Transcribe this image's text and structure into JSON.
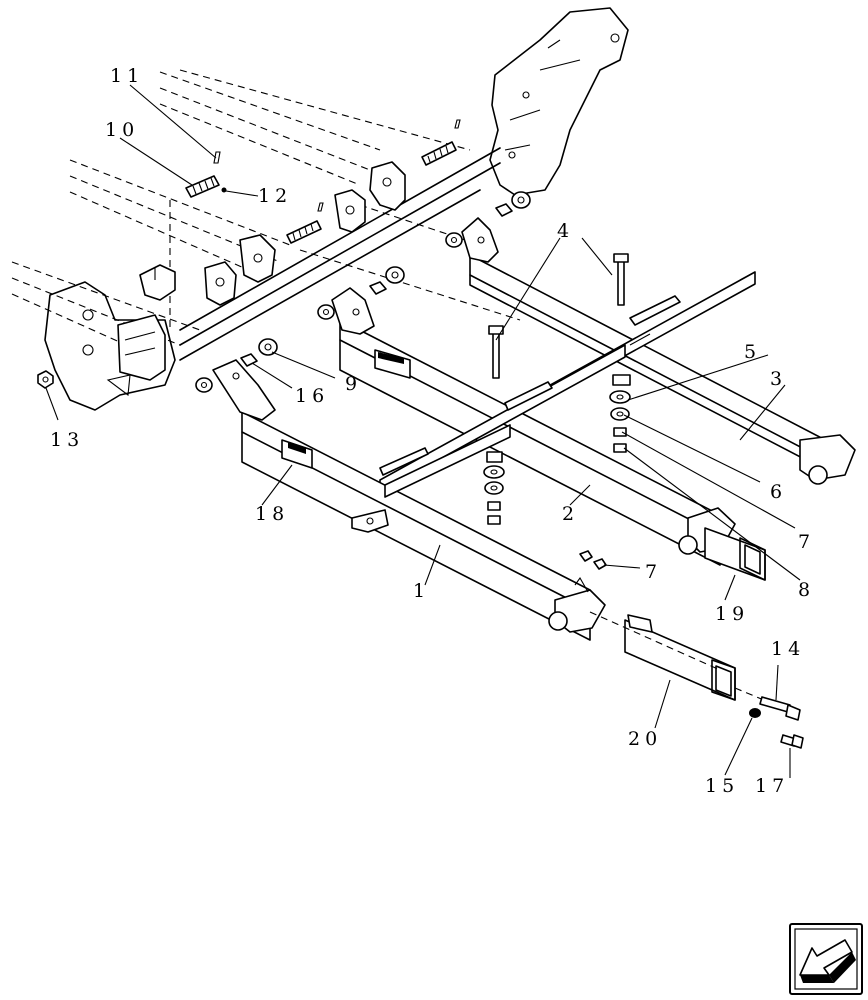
{
  "callouts": {
    "c1": "1",
    "c2": "2",
    "c3": "3",
    "c4": "4",
    "c5": "5",
    "c6": "6",
    "c7a": "7",
    "c7b": "7",
    "c8": "8",
    "c9": "9",
    "c10": "10",
    "c11": "11",
    "c12": "12",
    "c13": "13",
    "c14": "14",
    "c15": "15",
    "c16": "16",
    "c17": "17",
    "c18": "18",
    "c19": "19",
    "c20": "20"
  },
  "nav_icon": "arrow-previous-page-icon"
}
